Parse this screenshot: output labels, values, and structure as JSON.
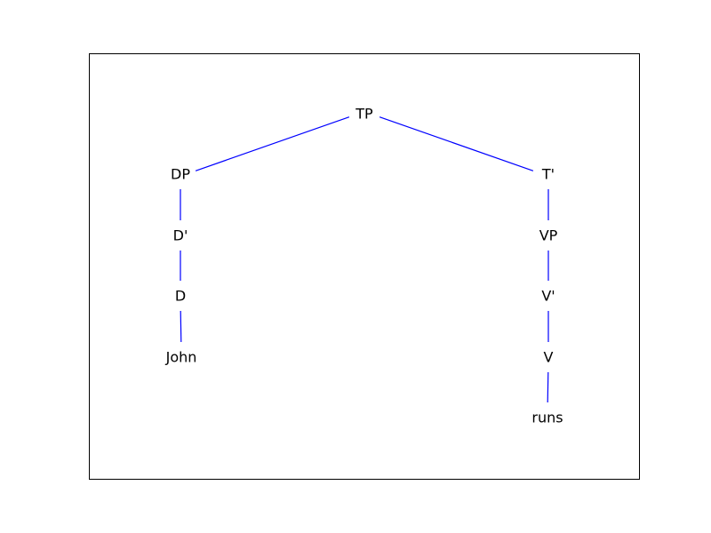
{
  "colors": {
    "edge": "#0000ff",
    "text": "#000000",
    "frame": "#000000"
  },
  "tree": {
    "nodes": [
      {
        "id": "tp",
        "label": "TP"
      },
      {
        "id": "dp",
        "label": "DP"
      },
      {
        "id": "t-bar",
        "label": "T'"
      },
      {
        "id": "d-bar",
        "label": "D'"
      },
      {
        "id": "vp",
        "label": "VP"
      },
      {
        "id": "d",
        "label": "D"
      },
      {
        "id": "v-bar",
        "label": "V'"
      },
      {
        "id": "john",
        "label": "John"
      },
      {
        "id": "v",
        "label": "V"
      },
      {
        "id": "runs",
        "label": "runs"
      }
    ],
    "edges": [
      [
        "tp",
        "dp"
      ],
      [
        "tp",
        "t-bar"
      ],
      [
        "dp",
        "d-bar"
      ],
      [
        "d-bar",
        "d"
      ],
      [
        "d",
        "john"
      ],
      [
        "t-bar",
        "vp"
      ],
      [
        "vp",
        "v-bar"
      ],
      [
        "v-bar",
        "v"
      ],
      [
        "v",
        "runs"
      ]
    ]
  }
}
